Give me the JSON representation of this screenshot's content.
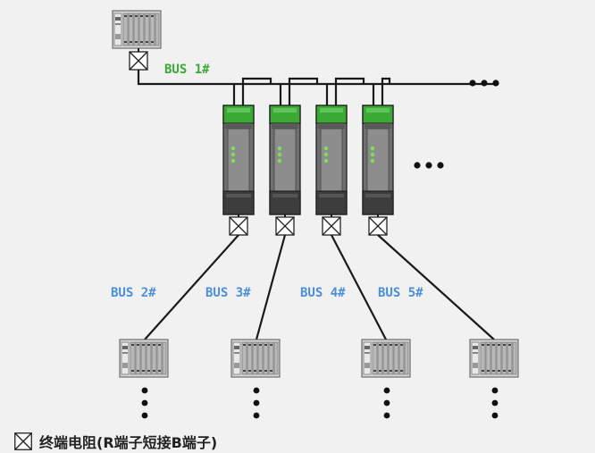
{
  "labels": {
    "bus1": "BUS 1#",
    "bus2": "BUS 2#",
    "bus3": "BUS 3#",
    "bus4": "BUS 4#",
    "bus5": "BUS 5#"
  },
  "legend": {
    "text": "终端电阻(R端子短接B端子)"
  },
  "colors": {
    "module_green": "#3aaa35",
    "led_green": "#7de24f",
    "bus1_label": "#3aaa35",
    "busn_label": "#4a90d9",
    "line": "#1a1a1a",
    "background": "#f1f1f1"
  },
  "icons": {
    "terminator": "terminal-resistor-icon",
    "controller": "plc-device-icon",
    "more": "ellipsis-icon"
  }
}
